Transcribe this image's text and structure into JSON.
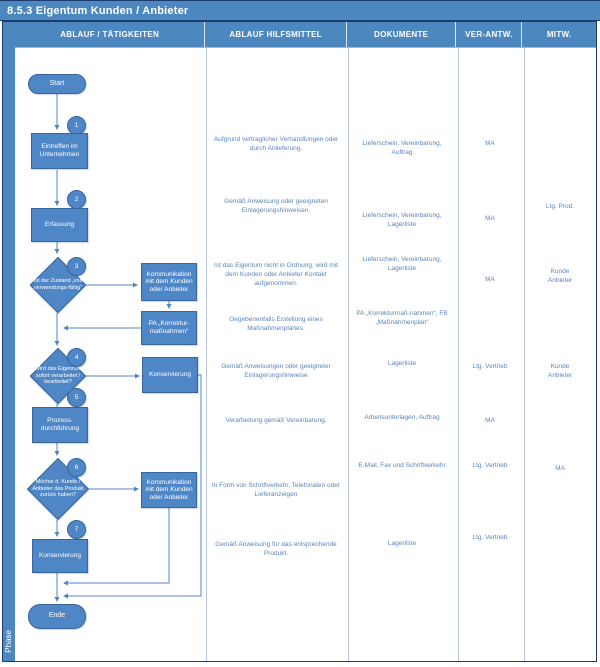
{
  "title": "8.5.3 Eigentum Kunden / Anbieter",
  "phase_label": "Phase",
  "columns": {
    "c1": "ABLAUF / TÄTIGKEITEN",
    "c2": "ABLAUF HILFSMITTEL",
    "c3": "DOKUMENTE",
    "c4": "VER-ANTW.",
    "c5": "MITW."
  },
  "flow": {
    "start": "Start",
    "end": "Ende",
    "n1": "1",
    "s1": "Eintreffen im Unternehmen",
    "n2": "2",
    "s2": "Erfassung",
    "n3": "3",
    "d3": "Ist der Zustand „voll verwendungs-fähig“",
    "k1": "Kommunikation mit dem Kunden oder Anbieter",
    "pa": "PA „Korrektur-maßnahmen“",
    "n4": "4",
    "d4": "Wird das Eigentum sofort verarbeitet / bearbeitet?",
    "kons1": "Konservierung",
    "n5": "5",
    "s5": "Prozess-durchführung",
    "n6": "6",
    "d6": "Möchte d. Kunde / Anbieter das Produkt zurück haben?",
    "k2": "Kommunikation mit dem Kunden oder Anbieter",
    "n7": "7",
    "s7": "Konservierung"
  },
  "rows": [
    {
      "c2": "Aufgrund vertraglicher Verhandlungen oder durch Anlieferung.",
      "c3": "Lieferschein, Vereinbarung, Auftrag",
      "c4": "MA",
      "c5": ""
    },
    {
      "c2": "Gemäß Anweisung oder geeigneten Einlagerungshinweisen.",
      "c3": "Lieferschein, Vereinbarung, Lagerliste",
      "c4": "MA",
      "c5": "Ltg. Prod."
    },
    {
      "c2": "Ist das Eigentum nicht in Ordnung, wird mit dem Kunden oder Anbieter Kontakt aufgenommen.",
      "c3": "Lieferschein, Vereinbarung, Lagerliste",
      "c4": "MA",
      "c5": "Kunde Anbieter"
    },
    {
      "c2": "Gegebenenfalls Erstellung eines Maßnahmenplanes.",
      "c3": "PA „Korrekturmaß-nahmen“, FB „Maßnahmenplan“",
      "c4": "",
      "c5": ""
    },
    {
      "c2": "Gemäß Anweisungen oder geeigneter Einlagerungshinweise",
      "c3": "Lagerliste",
      "c4": "Ltg. Vertrieb",
      "c5": "Kunde Anbieter"
    },
    {
      "c2": "Verarbeitung gemäß Vereinbarung.",
      "c3": "Arbeitsunterlagen, Auftrag",
      "c4": "MA",
      "c5": ""
    },
    {
      "c2": "In Form von Schriftverkehr, Telefonaten oder Lieferanzeigen",
      "c3": "E-Mail, Fax und Schriftverkehr",
      "c4": "Ltg. Vertrieb",
      "c5": "MA"
    },
    {
      "c2": "Gemäß Anweisung für das entsprechende Produkt.",
      "c3": "Lagerliste",
      "c4": "Ltg. Vertrieb",
      "c5": ""
    }
  ],
  "colors": {
    "accent_blue": "#4d87c0",
    "shape_blue": "#4f86c6",
    "border_navy": "#1d3c6e",
    "text_blue": "#5b86b8"
  }
}
